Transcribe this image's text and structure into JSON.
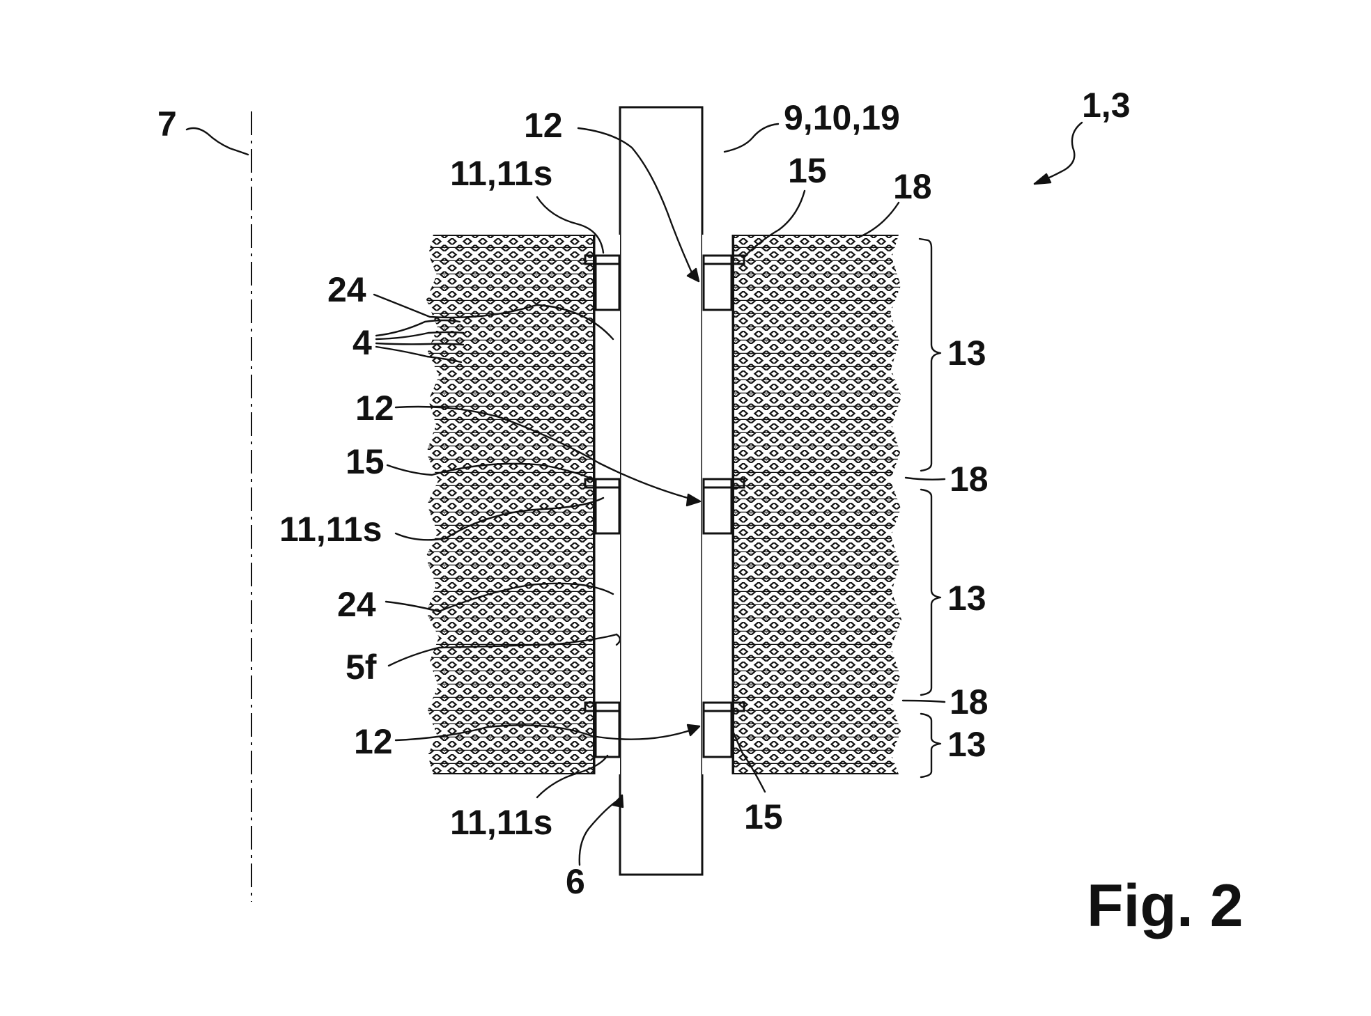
{
  "figure": {
    "caption": "Fig. 2",
    "labels": {
      "axis": "7",
      "assembly": "1,3",
      "shaft_top": "12",
      "shaft": "9,10,19",
      "ring_top_left": "11,11s",
      "collar_top_right": "15",
      "sheet_top": "18",
      "gap_upper": "24",
      "laminations": "4",
      "lug_mid": "12",
      "collar_mid_left": "15",
      "ring_mid_left": "11,11s",
      "gap_lower": "24",
      "fold": "5f",
      "lug_low": "12",
      "ring_bottom": "11,11s",
      "bore": "6",
      "collar_bottom_right": "15",
      "packet_1": "13",
      "sheet_mid": "18",
      "packet_2": "13",
      "sheet_low": "18",
      "packet_3": "13"
    }
  }
}
